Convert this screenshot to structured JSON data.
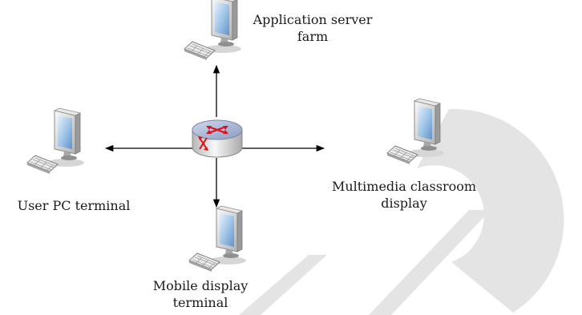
{
  "diagram": {
    "hub": {
      "icon": "router-icon"
    },
    "nodes": {
      "app_server": {
        "icon": "computer-terminal-icon",
        "label_lines": [
          "Application server",
          "farm"
        ]
      },
      "user_pc": {
        "icon": "computer-terminal-icon",
        "label_lines": [
          "User PC terminal"
        ]
      },
      "multimedia": {
        "icon": "computer-terminal-icon",
        "label_lines": [
          "Multimedia classroom",
          "display"
        ]
      },
      "mobile": {
        "icon": "computer-terminal-icon",
        "label_lines": [
          "Mobile display",
          "terminal"
        ]
      }
    },
    "colors": {
      "router_body": "#aab8d4",
      "router_arrows": "#d8141c",
      "monitor_screen": "#9cc2e6",
      "arrow_line": "#000000",
      "watermark": "#e4e4e4"
    }
  }
}
